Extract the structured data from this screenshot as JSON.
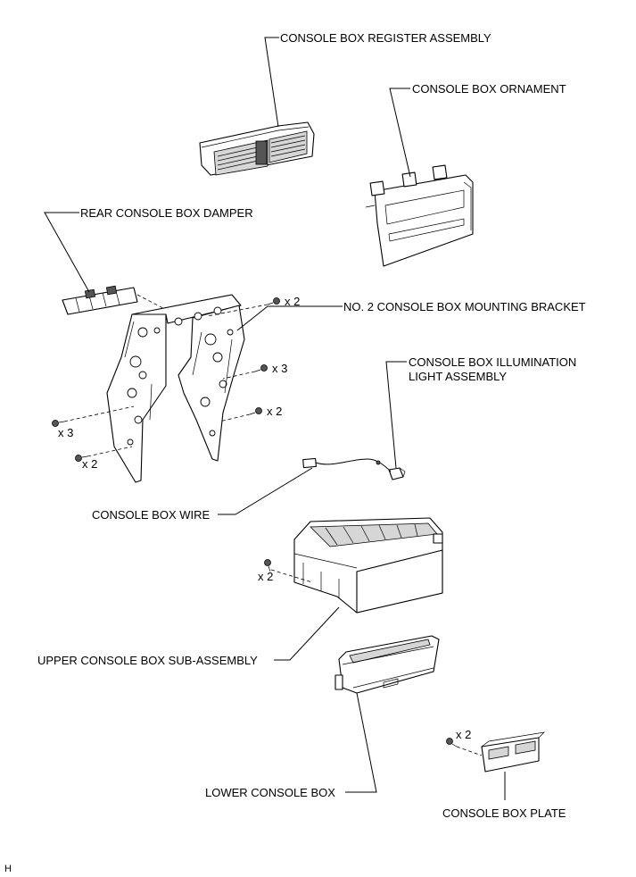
{
  "labels": {
    "register": "CONSOLE BOX REGISTER ASSEMBLY",
    "ornament": "CONSOLE BOX ORNAMENT",
    "damper": "REAR CONSOLE BOX DAMPER",
    "bracket": "NO. 2 CONSOLE BOX MOUNTING BRACKET",
    "illumination_line1": "CONSOLE BOX ILLUMINATION",
    "illumination_line2": "LIGHT ASSEMBLY",
    "wire": "CONSOLE BOX WIRE",
    "upper": "UPPER CONSOLE BOX SUB-ASSEMBLY",
    "lower": "LOWER CONSOLE BOX",
    "plate": "CONSOLE BOX PLATE"
  },
  "quantities": {
    "bracket_top_screws": "x 2",
    "bracket_mid_screws": "x 3",
    "bracket_right_screws": "x 2",
    "bracket_left_screws": "x 3",
    "bracket_bottom_screws": "x 2",
    "upper_box_screws": "x 2",
    "plate_screws": "x 2"
  },
  "corner_mark": "H",
  "icons": [
    "screw-icon"
  ]
}
